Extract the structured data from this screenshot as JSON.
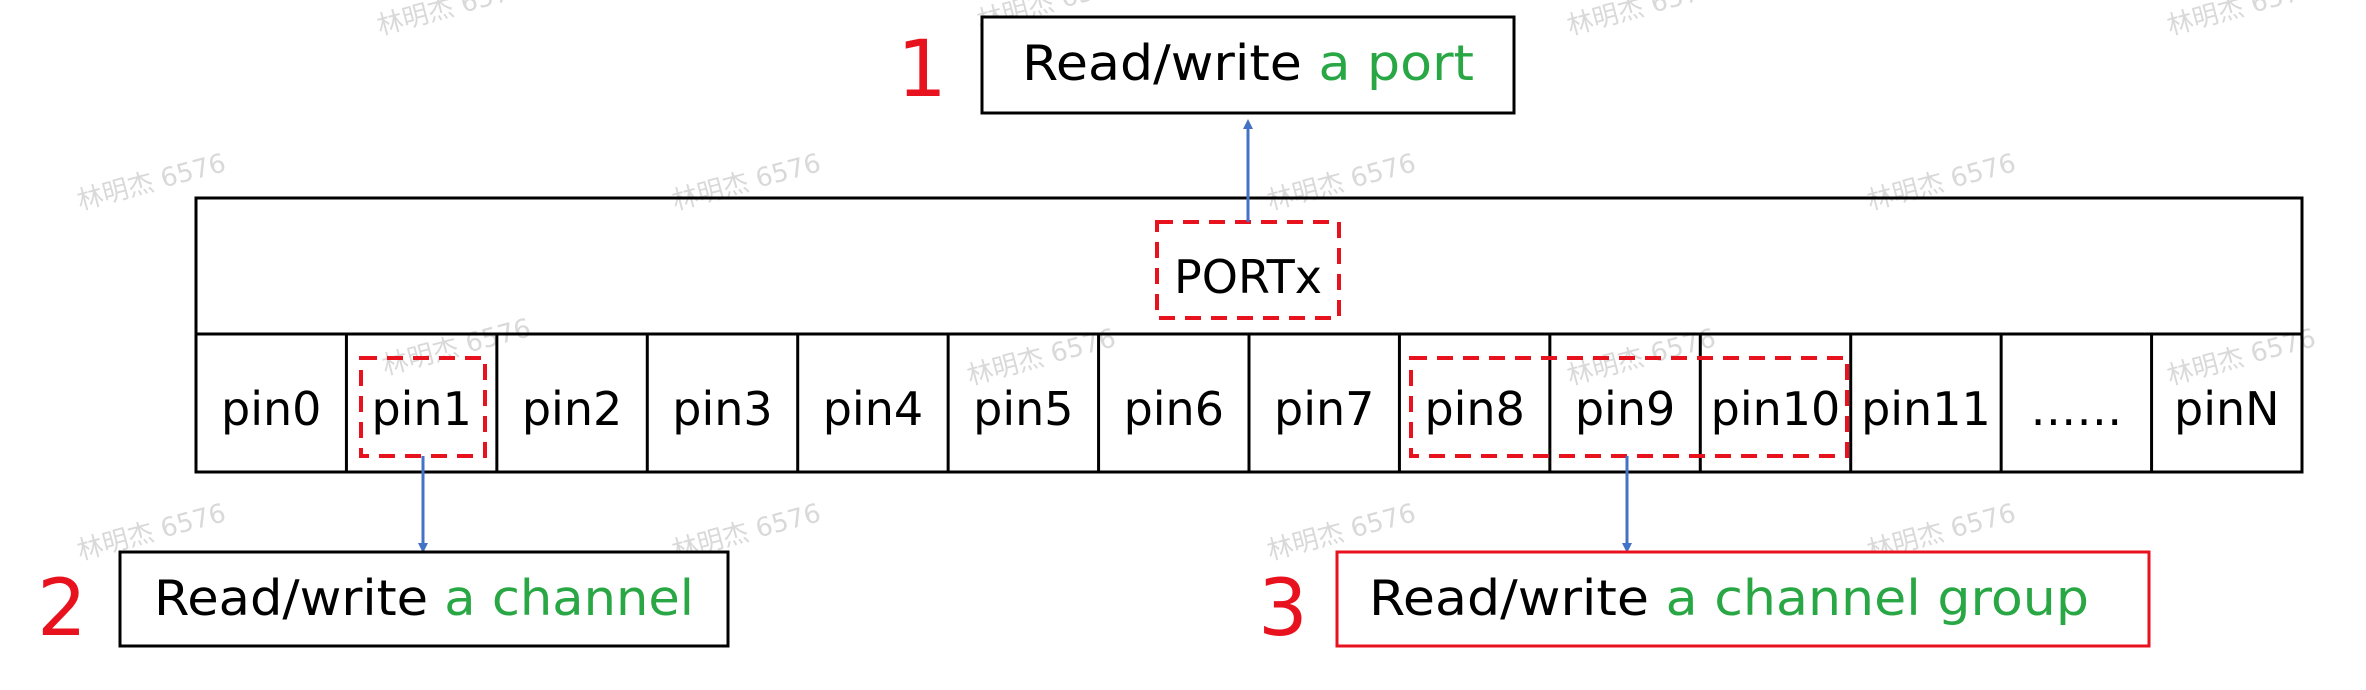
{
  "port": {
    "label": "PORTx"
  },
  "pins": [
    {
      "label": "pin0"
    },
    {
      "label": "pin1"
    },
    {
      "label": "pin2"
    },
    {
      "label": "pin3"
    },
    {
      "label": "pin4"
    },
    {
      "label": "pin5"
    },
    {
      "label": "pin6"
    },
    {
      "label": "pin7"
    },
    {
      "label": "pin8"
    },
    {
      "label": "pin9"
    },
    {
      "label": "pin10"
    },
    {
      "label": "pin11"
    },
    {
      "label": "……"
    },
    {
      "label": "pinN"
    }
  ],
  "callouts": [
    {
      "number": "1",
      "text_black": "Read/write ",
      "text_green": "a port"
    },
    {
      "number": "2",
      "text_black": "Read/write ",
      "text_green": "a channel"
    },
    {
      "number": "3",
      "text_black": "Read/write ",
      "text_green": "a channel group"
    }
  ],
  "watermark": {
    "text": "林明杰 6576"
  },
  "colors": {
    "outline": "#000000",
    "highlight": "#e8121e",
    "arrow": "#4472c4",
    "green_text": "#29a745",
    "number": "#e8121e",
    "watermark": "#d9d9d9"
  }
}
